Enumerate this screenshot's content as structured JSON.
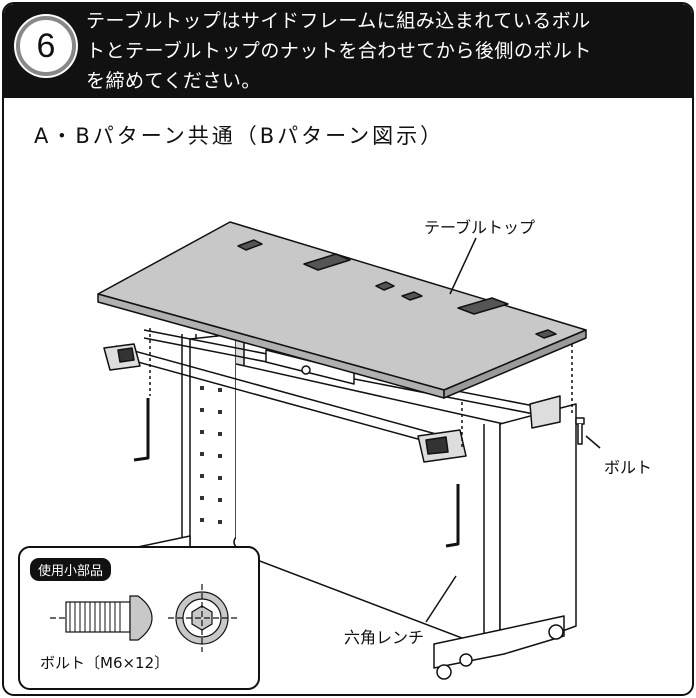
{
  "step": {
    "number": "6",
    "instruction_lines": [
      "テーブルトップはサイドフレームに組み込まれているボル",
      "トとテーブルトップのナットを合わせてから後側のボルト",
      "を締めてください。"
    ]
  },
  "subtitle": "A・Bパターン共通（Bパターン図示）",
  "labels": {
    "tabletop": "テーブルトップ",
    "bolt": "ボルト",
    "hex_wrench": "六角レンチ"
  },
  "parts": {
    "tag": "使用小部品",
    "bolt_spec": "ボルト〔M6×12〕"
  }
}
